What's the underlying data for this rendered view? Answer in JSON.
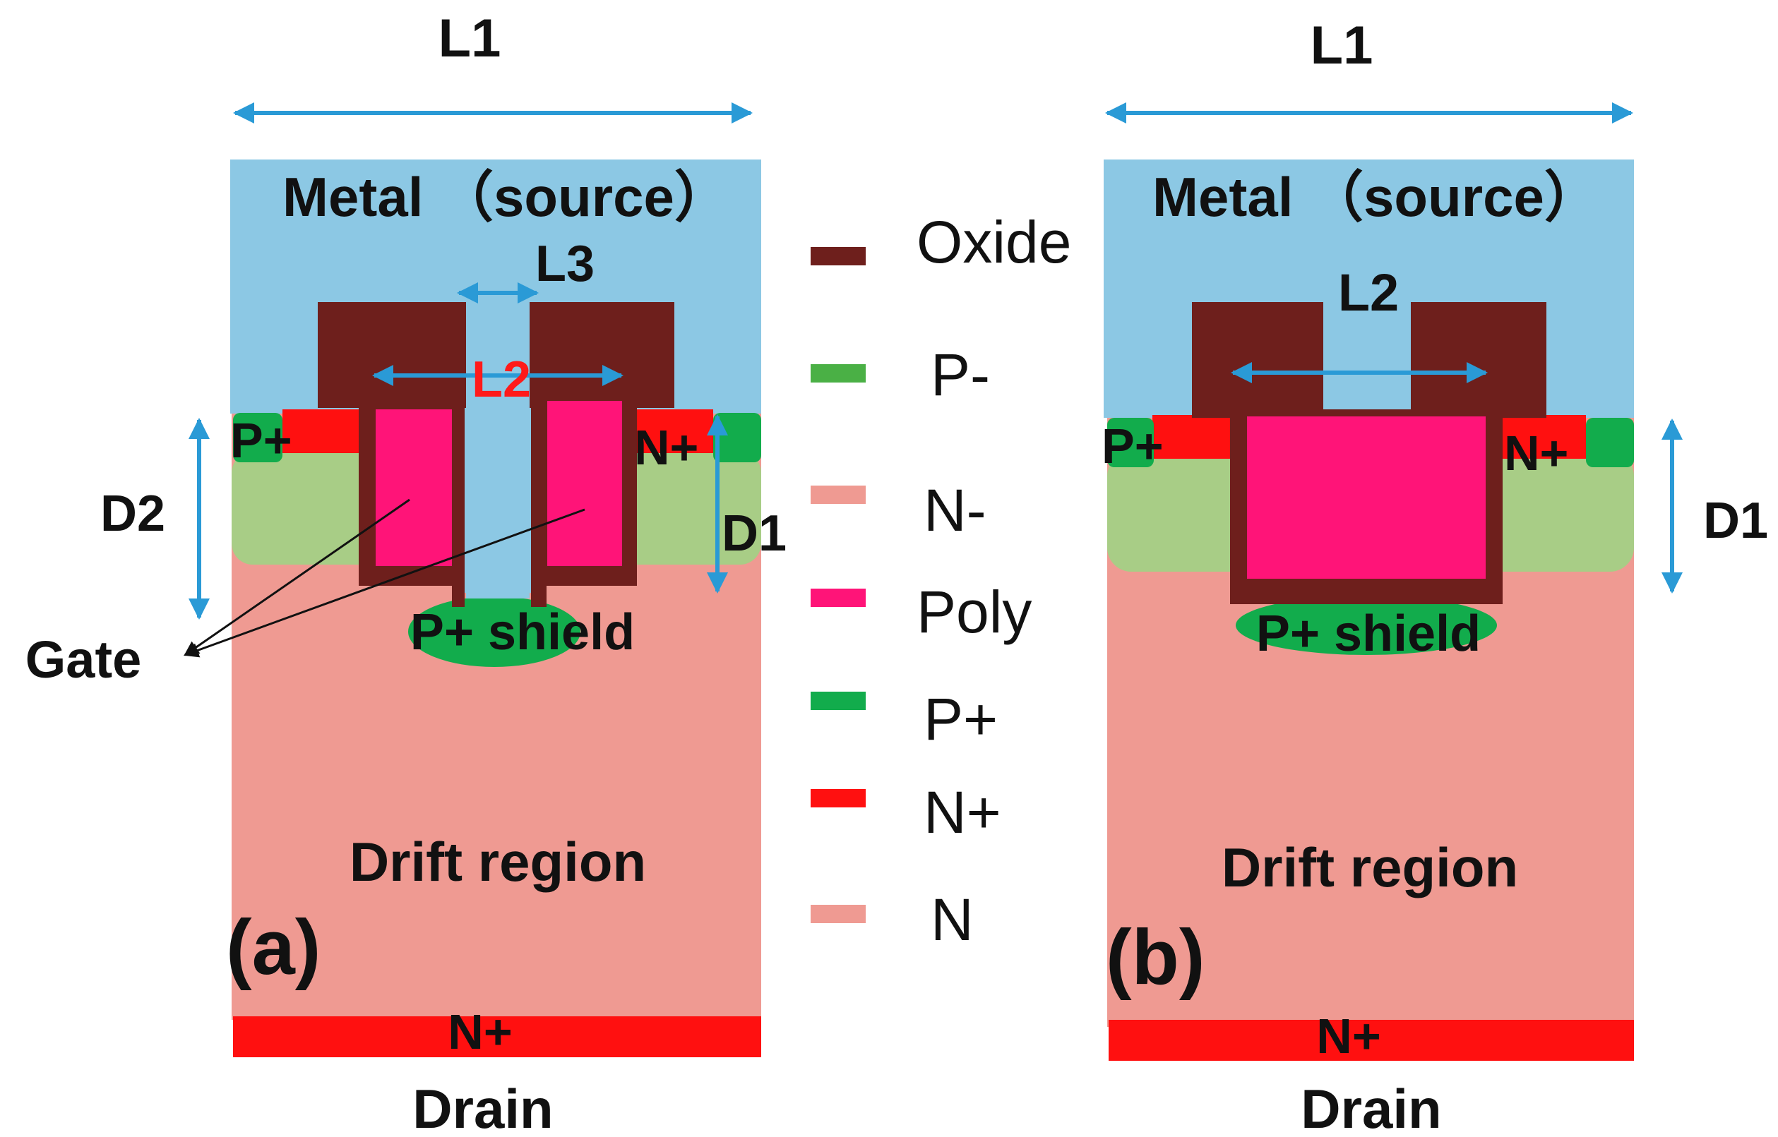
{
  "colors": {
    "metal": "#8cc8e4",
    "oxide": "#6e1f1c",
    "p_minus": "#a8cd86",
    "n_minus": "#ef9a92",
    "poly": "#ff1478",
    "p_plus": "#12ac4c",
    "n_plus": "#ff1010",
    "n": "#ef9a92",
    "arrow": "#2a9ad6",
    "red_label": "#ff1a1a"
  },
  "panel_a": {
    "tag": "(a)",
    "top_label": "L1",
    "metal_label": "Metal （source）",
    "l3_label": "L3",
    "l2_label": "L2",
    "d1_label": "D1",
    "d2_label": "D2",
    "p_plus_label": "P+",
    "n_plus_label": "N+",
    "shield_label": "P+ shield",
    "gate_label": "Gate",
    "drift_label": "Drift region",
    "substrate_label": "N+",
    "drain_label": "Drain"
  },
  "panel_b": {
    "tag": "(b)",
    "top_label": "L1",
    "metal_label": "Metal （source）",
    "l2_label": "L2",
    "d1_label": "D1",
    "p_plus_label": "P+",
    "n_plus_label": "N+",
    "shield_label": "P+ shield",
    "drift_label": "Drift region",
    "substrate_label": "N+",
    "drain_label": "Drain"
  },
  "legend": [
    {
      "label": "Oxide",
      "swatch": "oxide"
    },
    {
      "label": "P-",
      "swatch": "p_minus"
    },
    {
      "label": "N-",
      "swatch": "n_minus"
    },
    {
      "label": "Poly",
      "swatch": "poly"
    },
    {
      "label": "P+",
      "swatch": "p_plus"
    },
    {
      "label": "N+",
      "swatch": "n_plus"
    },
    {
      "label": "N",
      "swatch": "n"
    }
  ]
}
